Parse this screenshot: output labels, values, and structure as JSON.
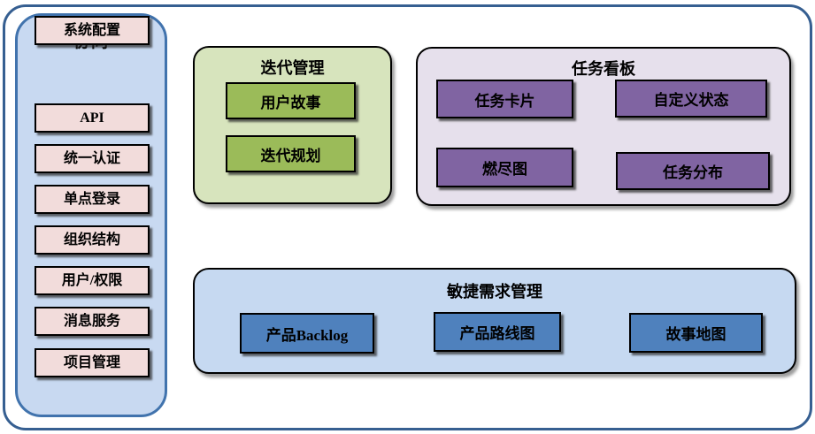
{
  "colors": {
    "frame_border": "#365F91",
    "sidebar_fill": "#C8D9F1",
    "sidebar_border": "#4173AD",
    "sidebar_item_fill": "#F2DCDB",
    "iteration_panel_fill": "#D7E4BD",
    "iteration_item_fill": "#9BBB59",
    "kanban_panel_fill": "#E6E0EC",
    "kanban_item_fill": "#8064A2",
    "agile_panel_fill": "#C6D9F1",
    "agile_item_fill": "#4F81BD",
    "box_border": "#000000",
    "text": "#000000"
  },
  "sidebar": {
    "title": "协同",
    "items": [
      {
        "label": "API"
      },
      {
        "label": "统一认证"
      },
      {
        "label": "单点登录"
      },
      {
        "label": "组织结构"
      },
      {
        "label": "用户/权限"
      },
      {
        "label": "消息服务"
      },
      {
        "label": "项目管理"
      },
      {
        "label": "系统配置"
      }
    ]
  },
  "panels": {
    "iteration": {
      "title": "迭代管理",
      "items": [
        {
          "label": "用户故事"
        },
        {
          "label": "迭代规划"
        }
      ]
    },
    "kanban": {
      "title": "任务看板",
      "items": [
        {
          "label": "任务卡片"
        },
        {
          "label": "自定义状态"
        },
        {
          "label": "燃尽图"
        },
        {
          "label": "任务分布"
        }
      ]
    },
    "agile": {
      "title": "敏捷需求管理",
      "items": [
        {
          "label": "产品Backlog"
        },
        {
          "label": "产品路线图"
        },
        {
          "label": "故事地图"
        }
      ]
    }
  }
}
